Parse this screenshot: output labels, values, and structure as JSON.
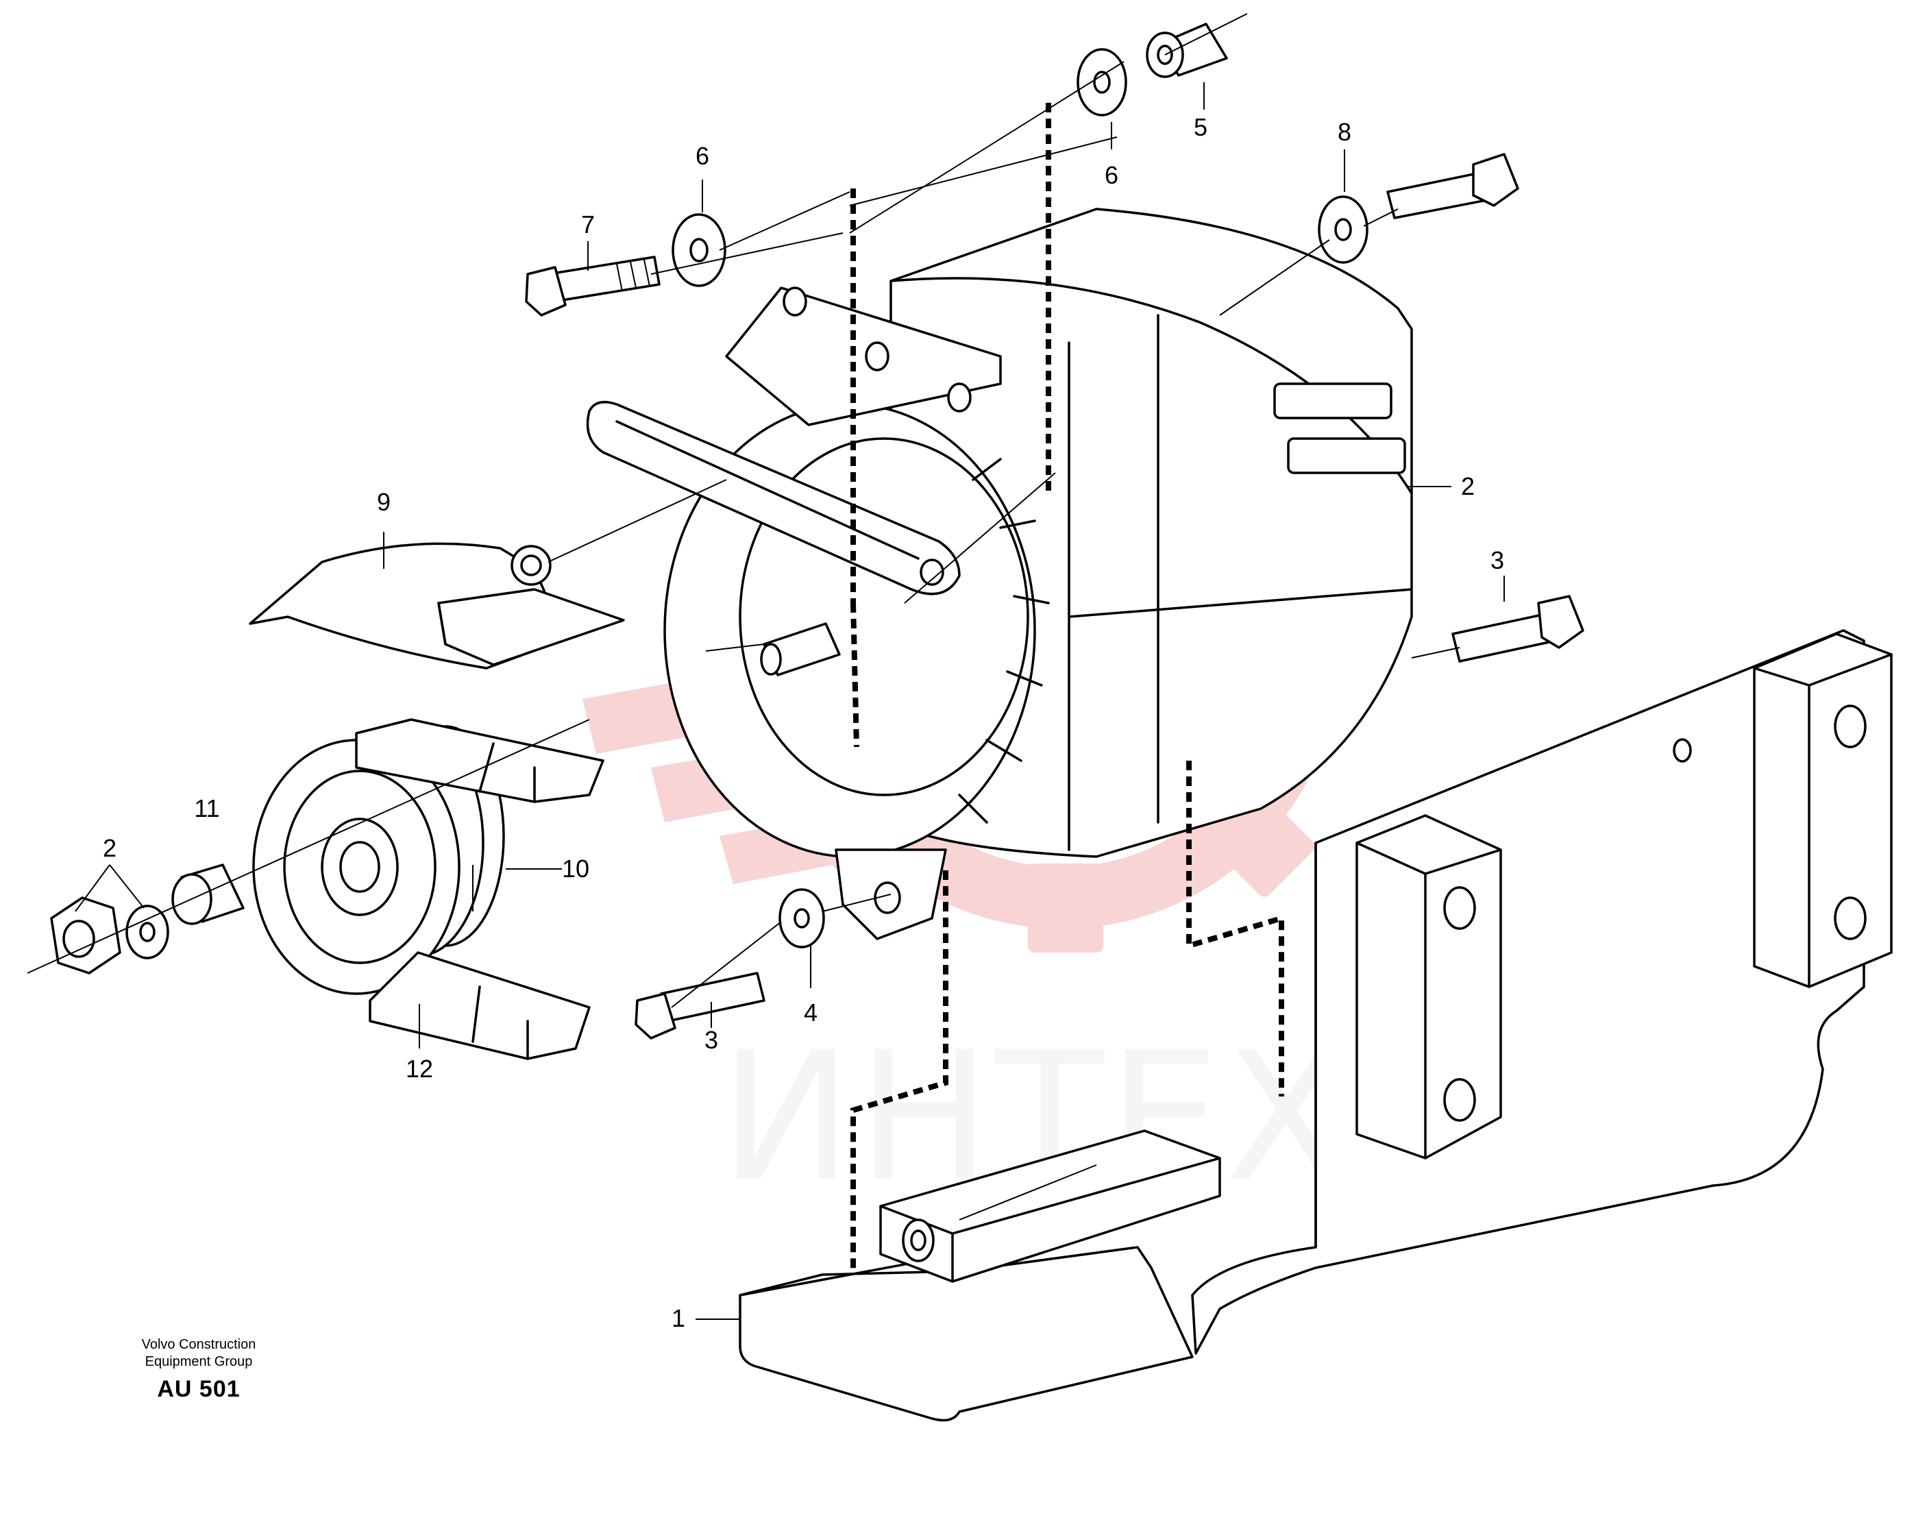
{
  "watermark": {
    "text": "ИНТЕХ",
    "color": "#f2aaaa"
  },
  "credit": {
    "line1": "Volvo Construction",
    "line2": "Equipment Group",
    "code": "AU 501"
  },
  "callouts": [
    {
      "id": "c1",
      "label": "1"
    },
    {
      "id": "c2a",
      "label": "2"
    },
    {
      "id": "c2b",
      "label": "2"
    },
    {
      "id": "c3a",
      "label": "3"
    },
    {
      "id": "c3b",
      "label": "3"
    },
    {
      "id": "c4",
      "label": "4"
    },
    {
      "id": "c5",
      "label": "5"
    },
    {
      "id": "c6a",
      "label": "6"
    },
    {
      "id": "c6b",
      "label": "6"
    },
    {
      "id": "c7",
      "label": "7"
    },
    {
      "id": "c8",
      "label": "8"
    },
    {
      "id": "c9",
      "label": "9"
    },
    {
      "id": "c10",
      "label": "10"
    },
    {
      "id": "c11",
      "label": "11"
    },
    {
      "id": "c12",
      "label": "12"
    }
  ]
}
